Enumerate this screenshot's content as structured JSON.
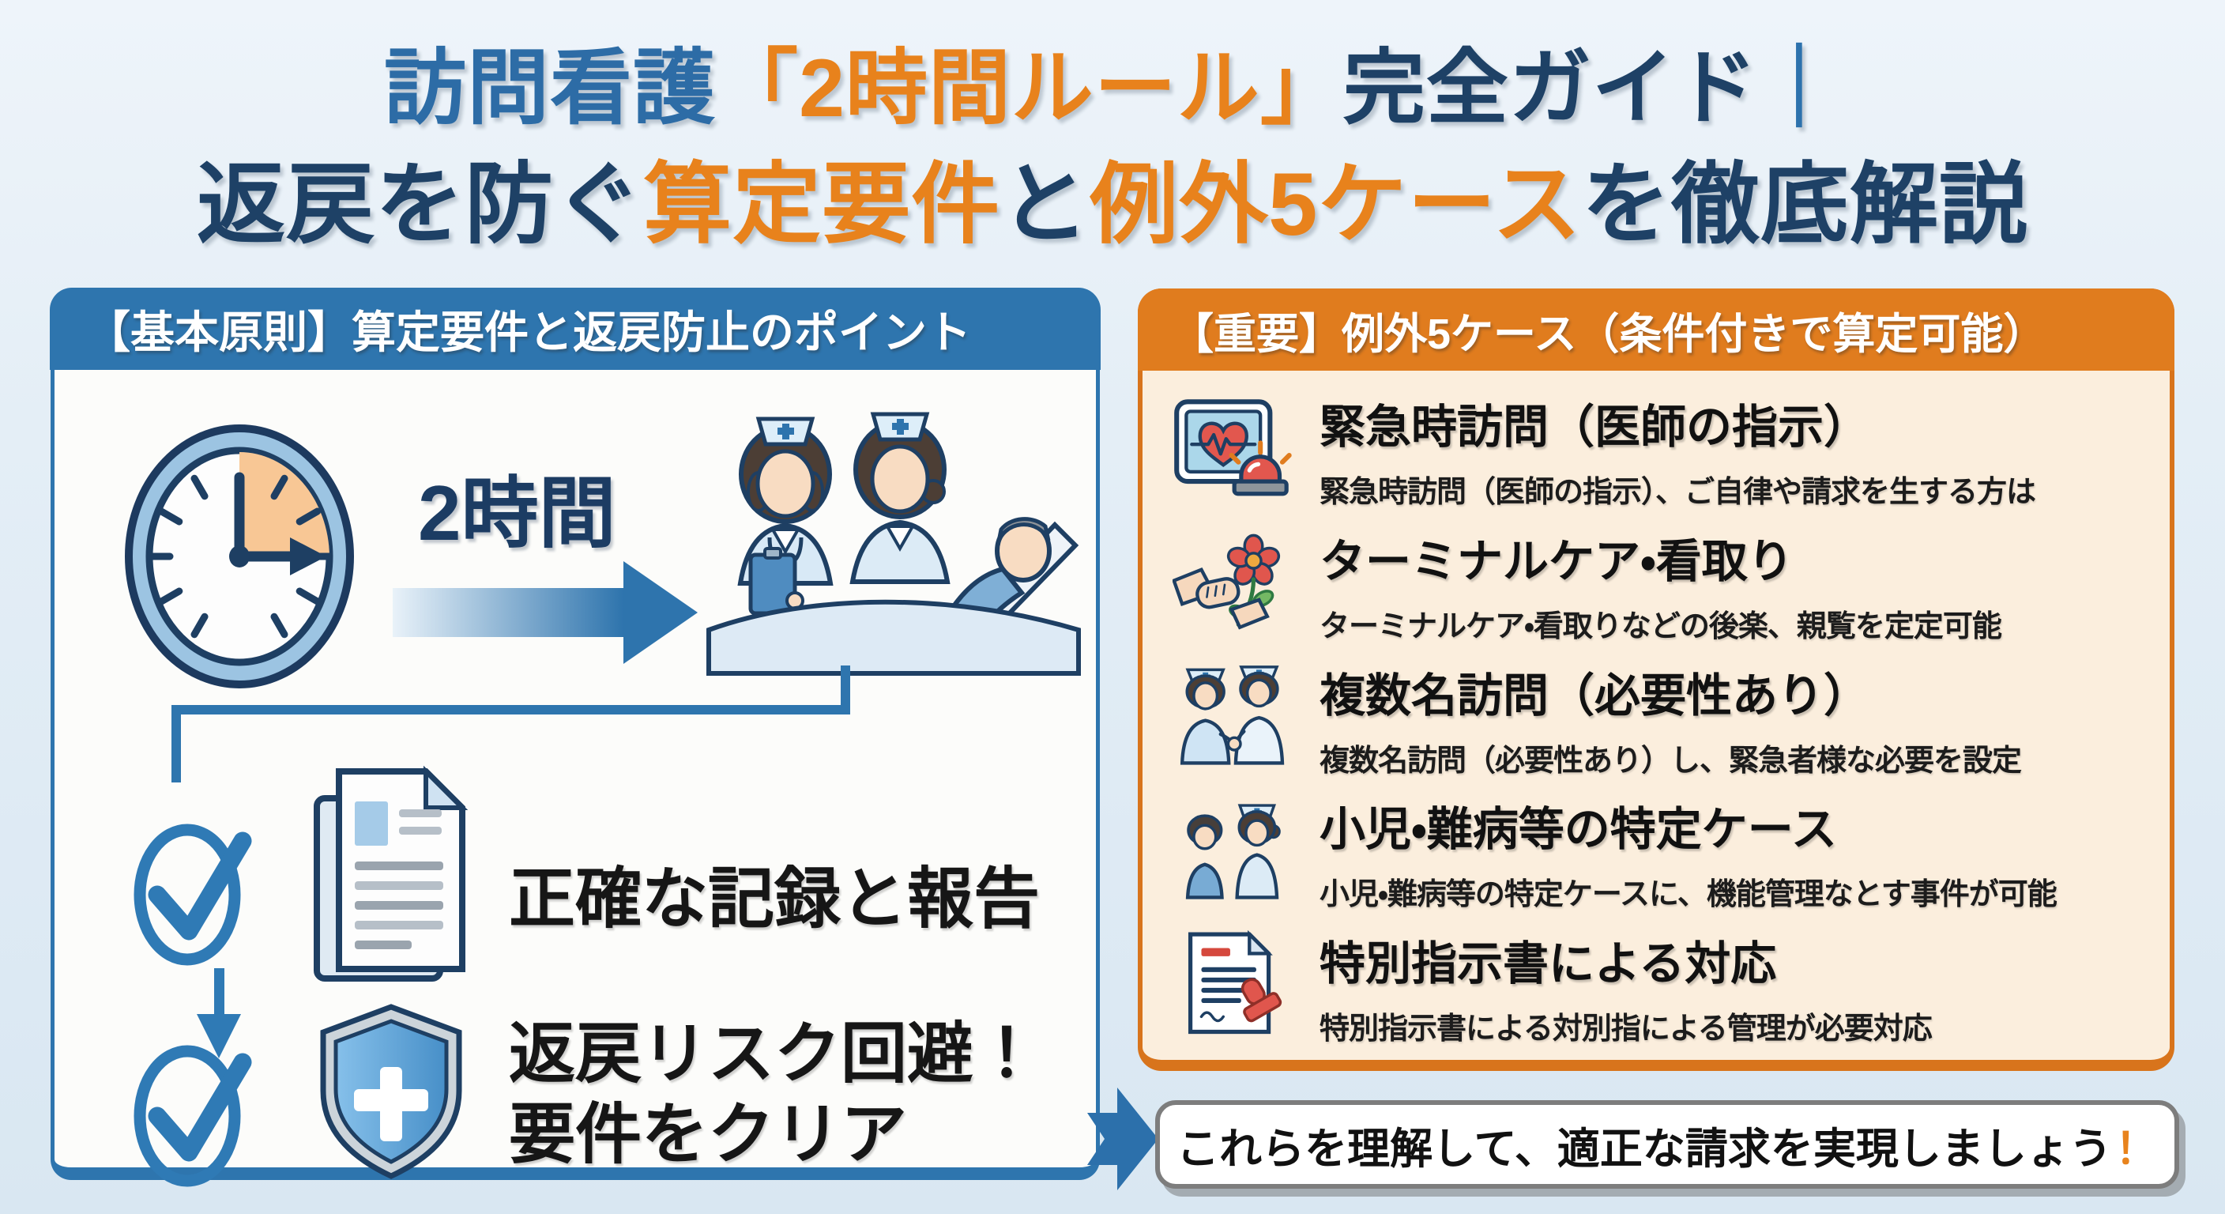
{
  "title": {
    "line1": [
      {
        "text": "訪問看護"
      },
      {
        "text": "「2時間ルール」"
      },
      {
        "text": "完全ガイド"
      },
      {
        "text": "｜"
      }
    ],
    "line2": [
      {
        "text": "返戻を防ぐ"
      },
      {
        "text": "算定要件"
      },
      {
        "text": "と"
      },
      {
        "text": "例外5ケース"
      },
      {
        "text": "を徹底解説"
      }
    ]
  },
  "left_panel": {
    "header": "【基本原則】算定要件と返戻防止のポイント",
    "duration_label": "2時間",
    "point1": "正確な記録と報告",
    "point2_line1": "返戻リスク回避！",
    "point2_line2": "要件をクリア",
    "icons": [
      "clock-icon",
      "flow-arrow-icon",
      "nurses-patient-illustration",
      "check-circle-icon",
      "document-icon",
      "down-arrow-icon",
      "shield-cross-icon"
    ]
  },
  "right_panel": {
    "header": "【重要】例外5ケース（条件付きで算定可能）",
    "cases": [
      {
        "icon": "emergency-monitor-icon",
        "title": "緊急時訪問（医師の指示）",
        "desc": "緊急時訪問（医師の指示）、ご自律や請求を生する方は"
      },
      {
        "icon": "handshake-flower-icon",
        "title": "ターミナルケア・看取り",
        "desc": "ターミナルケア・看取りなどの後楽、親覧を定定可能"
      },
      {
        "icon": "two-nurses-icon",
        "title": "複数名訪問（必要性あり）",
        "desc": "複数名訪問（必要性あり）し、緊急者様な必要を設定"
      },
      {
        "icon": "child-nurse-icon",
        "title": "小児・難病等の特定ケース",
        "desc": "小児・難病等の特定ケースに、機能管理なとす事件が可能"
      },
      {
        "icon": "document-stamp-icon",
        "title": "特別指示書による対応",
        "desc": "特別指示書による対別指による管理が必要対応"
      }
    ]
  },
  "footer": {
    "text": "これらを理解して、適正な請求を実現しましょう",
    "mark": "！"
  },
  "colors": {
    "title_blue": "#2d6ca6",
    "title_navy": "#1e4166",
    "accent_orange": "#e8821c",
    "left_header_blue": "#2e75ae",
    "right_header_orange": "#e07c1e",
    "right_body_cream": "#fbeedd",
    "page_background": "#e3edf5",
    "footer_border_gray": "#7d7d7d"
  }
}
